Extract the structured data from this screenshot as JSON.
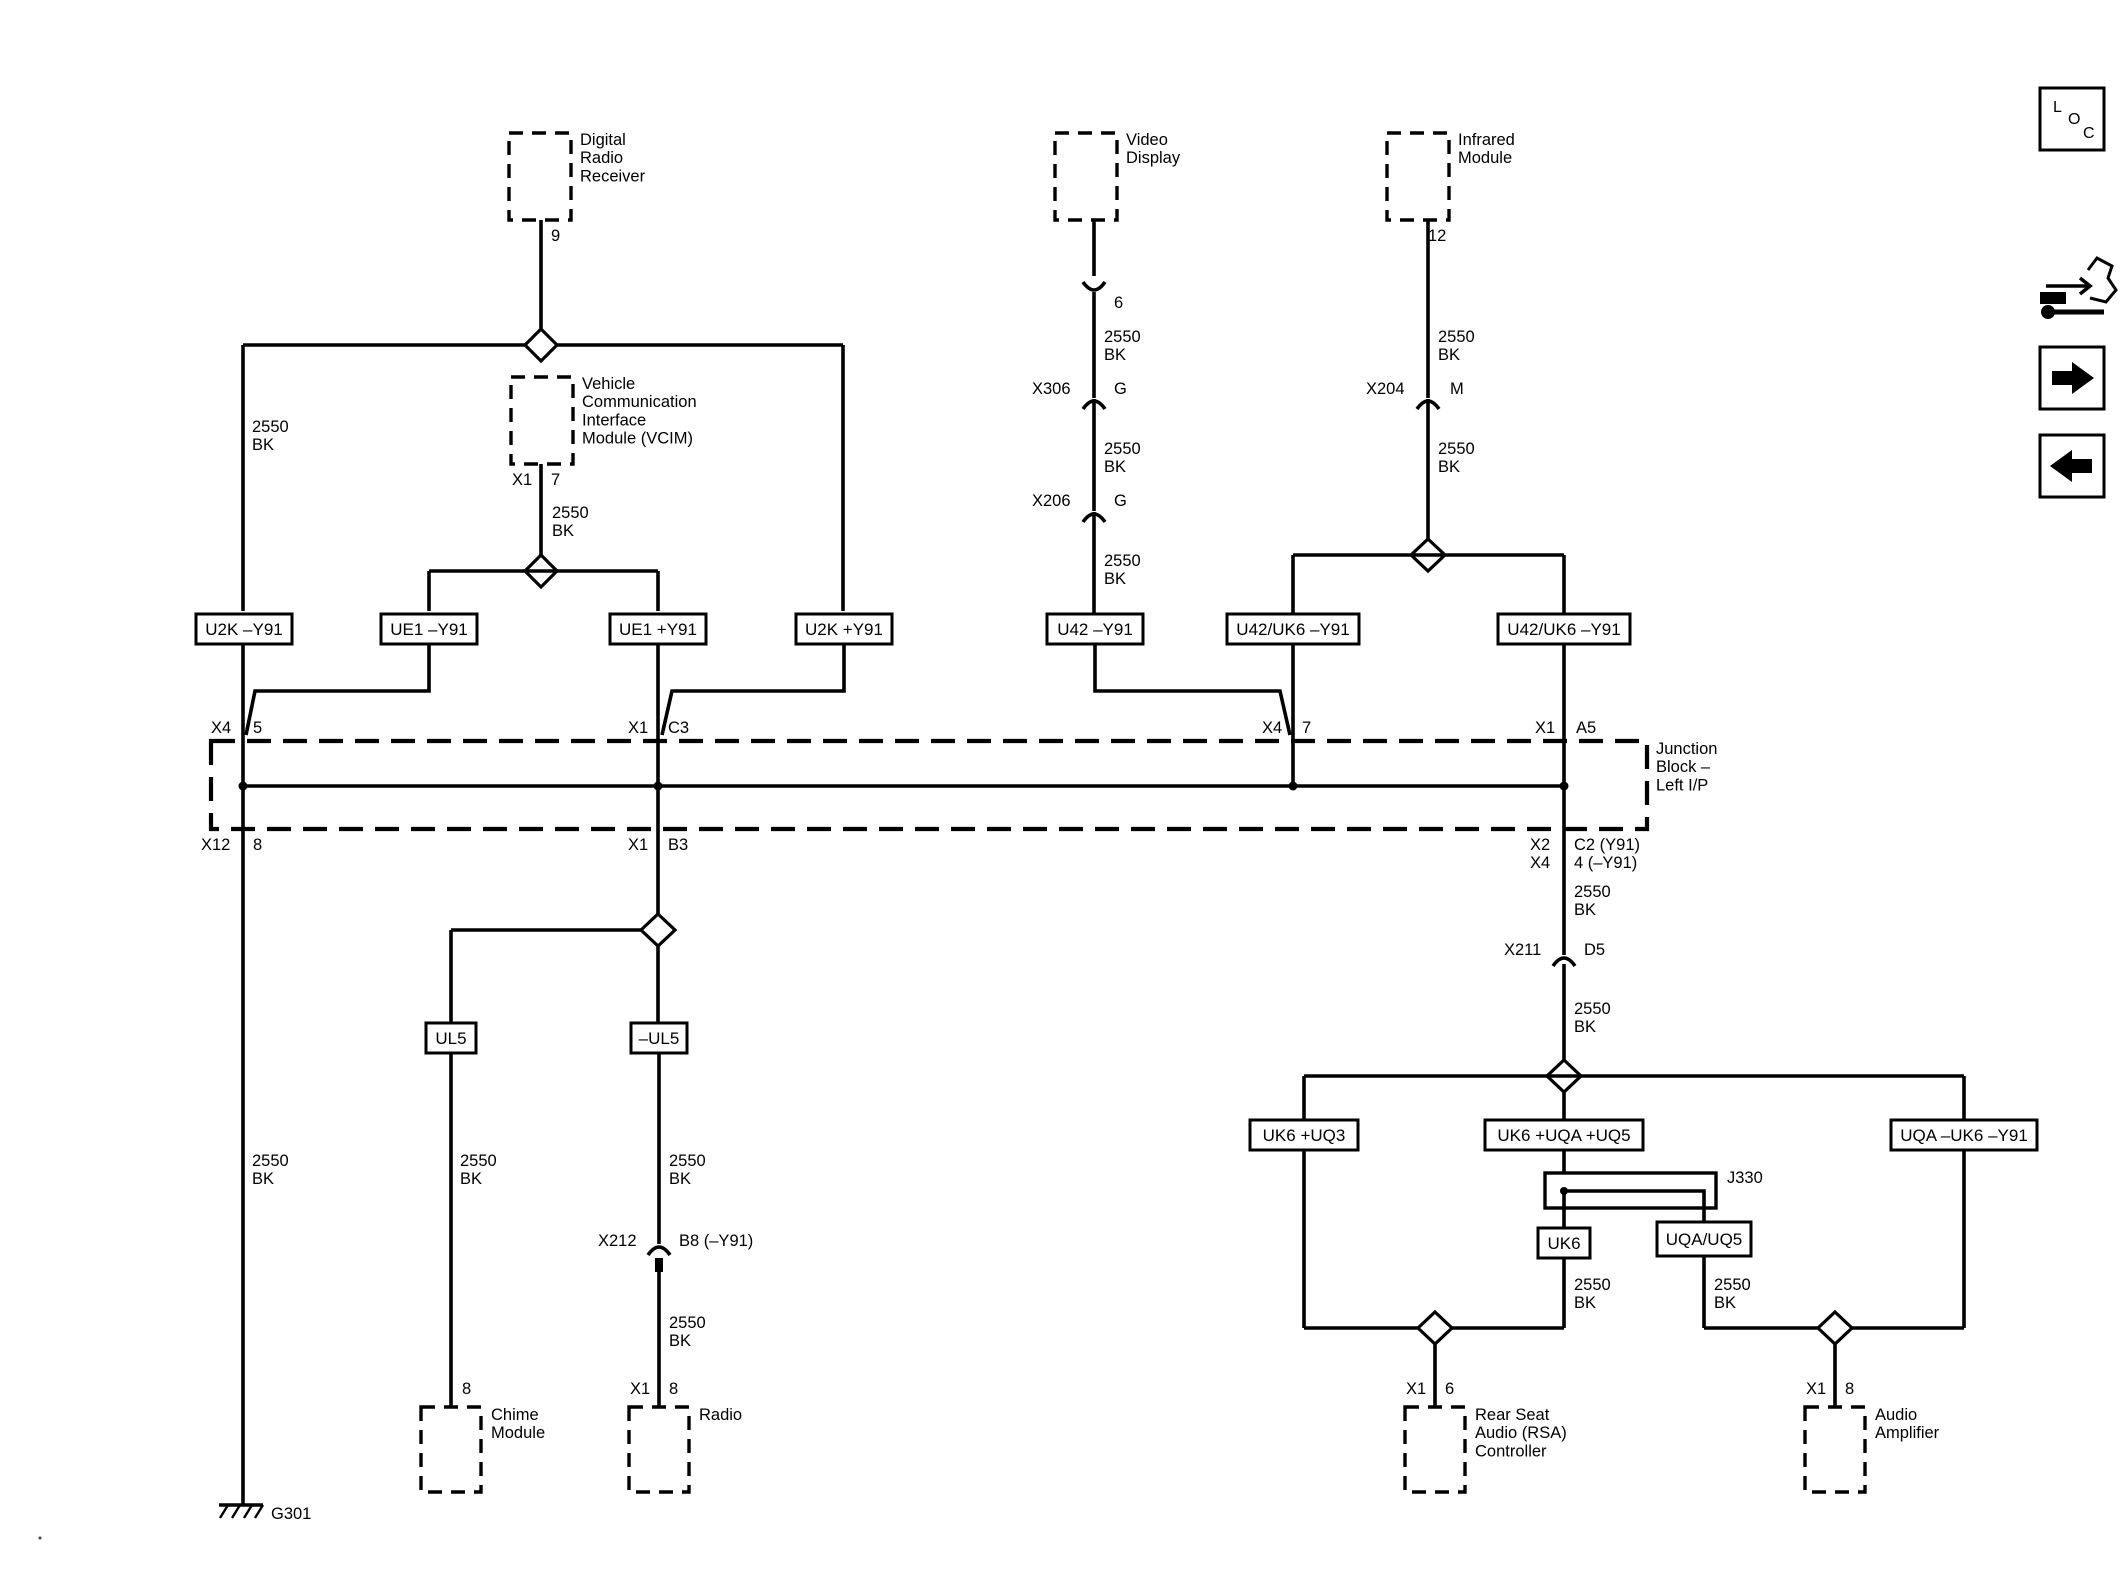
{
  "components": {
    "digital_radio_receiver": "Digital\nRadio\nReceiver",
    "video_display": "Video\nDisplay",
    "infrared_module": "Infrared\nModule",
    "vcim": "Vehicle\nCommunication\nInterface\nModule (VCIM)",
    "junction_block": "Junction\nBlock –\nLeft I/P",
    "chime_module": "Chime\nModule",
    "radio": "Radio",
    "rsa_controller": "Rear Seat\nAudio (RSA)\nController",
    "audio_amplifier": "Audio\nAmplifier"
  },
  "wire": {
    "gauge": "2550",
    "color": "BK"
  },
  "pins": {
    "drr": "9",
    "video": "6",
    "infrared": "12",
    "vcim_conn": "X1",
    "vcim_pin": "7",
    "jb_x4": "X4",
    "jb_x4_pin": "5",
    "jb_x1": "X1",
    "jb_x1_pin": "C3",
    "jb_x4b": "X4",
    "jb_x4b_pin": "7",
    "jb_x1b": "X1",
    "jb_x1b_pin": "A5",
    "jb_x12": "X12",
    "jb_x12_pin": "8",
    "jb_x1c": "X1",
    "jb_x1c_pin": "B3",
    "jb_x2": "X2",
    "jb_x2_pin": "C2 (Y91)",
    "jb_x4c": "X4",
    "jb_x4c_pin": "4 (–Y91)",
    "chime_pin": "8",
    "radio_conn": "X1",
    "radio_pin": "8",
    "rsa_conn": "X1",
    "rsa_pin": "6",
    "amp_conn": "X1",
    "amp_pin": "8"
  },
  "inline_connectors": {
    "x306": "X306",
    "x306_pin": "G",
    "x206": "X206",
    "x206_pin": "G",
    "x204": "X204",
    "x204_pin": "M",
    "x211": "X211",
    "x211_pin": "D5",
    "x212": "X212",
    "x212_pin": "B8 (–Y91)"
  },
  "options": {
    "u2k_minus_y91": "U2K –Y91",
    "ue1_minus_y91": "UE1 –Y91",
    "ue1_plus_y91": "UE1 +Y91",
    "u2k_plus_y91": "U2K +Y91",
    "u42_minus_y91": "U42 –Y91",
    "u42_uk6_minus_y91_a": "U42/UK6 –Y91",
    "u42_uk6_minus_y91_b": "U42/UK6 –Y91",
    "ul5": "UL5",
    "minus_ul5": "–UL5",
    "uk6_plus_uq3": "UK6 +UQ3",
    "uk6_plus_uqa_plus_uq5": "UK6 +UQA +UQ5",
    "uqa_minus_uk6_minus_y91": "UQA –UK6 –Y91",
    "uk6": "UK6",
    "uqa_uq5": "UQA/UQ5"
  },
  "j330": "J330",
  "ground": "G301",
  "nav": {
    "loc_l": "L",
    "loc_o": "O",
    "loc_c": "C"
  },
  "icons": [
    "loc-icon",
    "schematic-tools-icon",
    "arrow-right-icon",
    "arrow-left-icon"
  ]
}
